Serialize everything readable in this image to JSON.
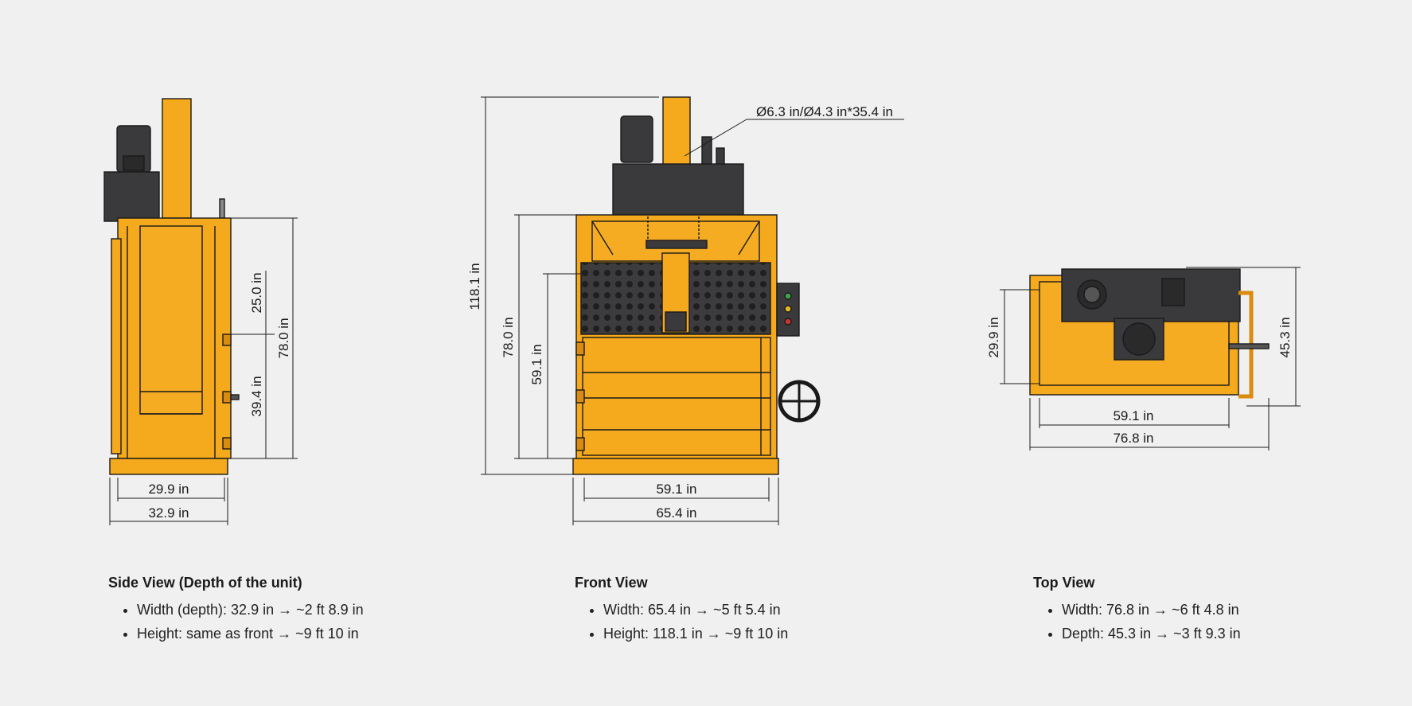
{
  "side": {
    "dims": {
      "h25": "25.0 in",
      "h78": "78.0 in",
      "h39": "39.4 in",
      "w299": "29.9 in",
      "w329": "32.9 in"
    },
    "caption": {
      "title": "Side View (Depth of the unit)",
      "items": [
        "Width (depth): 32.9 in → ~2 ft 8.9 in",
        "Height: same as front → ~9 ft 10 in"
      ]
    }
  },
  "front": {
    "dims": {
      "h1181": "118.1 in",
      "h78": "78.0 in",
      "h591": "59.1 in",
      "w591": "59.1 in",
      "w654": "65.4 in",
      "cyl": "Ø6.3 in/Ø4.3 in*35.4 in"
    },
    "caption": {
      "title": "Front View",
      "items": [
        "Width: 65.4 in → ~5 ft 5.4 in",
        "Height: 118.1 in → ~9 ft 10 in"
      ]
    }
  },
  "top": {
    "dims": {
      "h299": "29.9 in",
      "h453": "45.3 in",
      "w591": "59.1 in",
      "w768": "76.8 in"
    },
    "caption": {
      "title": "Top View",
      "items": [
        "Width: 76.8 in → ~6 ft 4.8 in",
        "Depth: 45.3 in → ~3 ft 9.3 in"
      ]
    }
  },
  "colors": {
    "yellow": "#f5a91c",
    "yellow_dark": "#d98c10",
    "motor": "#3a3a3c",
    "line": "#1a1a1a"
  }
}
